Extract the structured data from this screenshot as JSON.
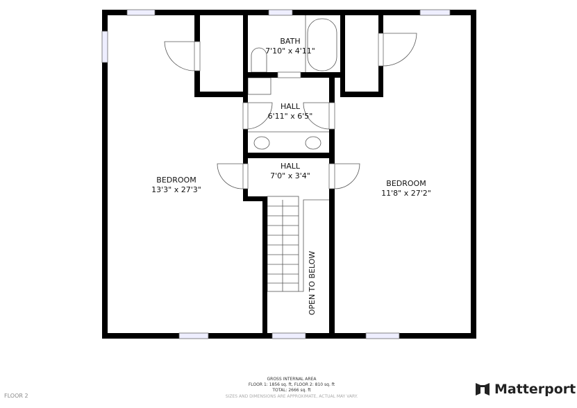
{
  "rooms": [
    {
      "name": "BEDROOM",
      "size": "13'3\" x 27'3\""
    },
    {
      "name": "BATH",
      "size": "7'10\" x 4'11\""
    },
    {
      "name": "HALL",
      "size": "6'11\" x 6'5\""
    },
    {
      "name": "HALL",
      "size": "7'0\" x 3'4\""
    },
    {
      "name": "BEDROOM",
      "size": "11'8\" x 27'2\""
    }
  ],
  "open_to_below": "OPEN TO BELOW",
  "footer": {
    "title": "GROSS INTERNAL AREA",
    "floors": "FLOOR 1: 1856 sq. ft, FLOOR 2: 810 sq. ft",
    "total": "TOTAL: 2666 sq. ft",
    "disclaimer": "SIZES AND DIMENSIONS ARE APPROXIMATE, ACTUAL MAY VARY."
  },
  "floor_label": "FLOOR 2",
  "brand": "Matterport",
  "colors": {
    "wall": "#000000",
    "line": "#555555"
  }
}
